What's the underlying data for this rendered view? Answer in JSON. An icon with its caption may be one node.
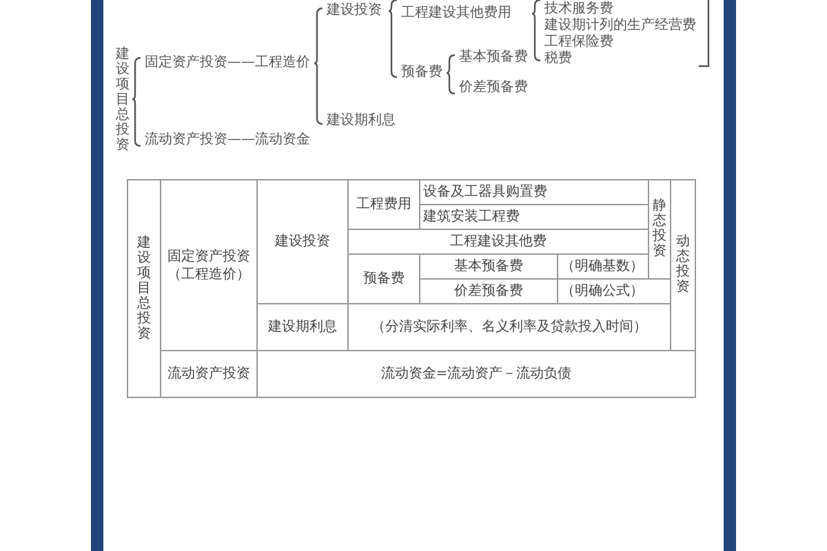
{
  "diagram": {
    "labels": [
      "建设项目总投资",
      "固定资产投资——工程造价",
      "流动资产投资——流动资金",
      "建设投资",
      "建设期利息",
      "工程建设其他费用",
      "预备费",
      "基本预备费",
      "价差预备费",
      "技术服务费",
      "建设期计列的生产经营费",
      "工程保险费",
      "税费",
      "建设项目总投资",
      "固定资产投资",
      "（工程造价）",
      "建设投资",
      "工程费用",
      "设备及工器具购置费",
      "静态投资",
      "动态投资",
      "建筑安装工程费",
      "工程建设其他费",
      "预备费",
      "基本预备费",
      "（明确基数）",
      "价差预备费",
      "（明确公式）",
      "建设期利息",
      "（分清实际利率、名义利率及贷款投入时间）",
      "流动资产投资",
      "流动资金=流动资产－流动负债"
    ]
  }
}
